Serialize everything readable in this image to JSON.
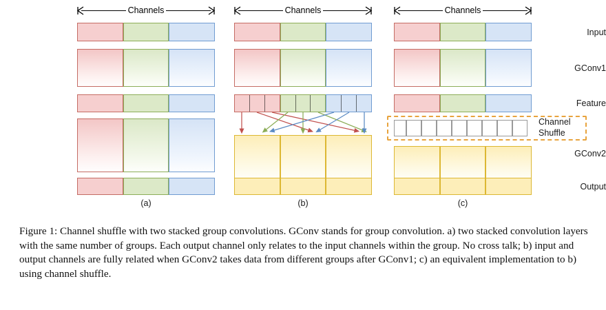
{
  "figure": {
    "row_labels": [
      "Input",
      "GConv1",
      "Feature",
      "GConv2",
      "Output"
    ],
    "channels_label": "Channels",
    "panels": [
      {
        "id": "a",
        "caption": "(a)"
      },
      {
        "id": "b",
        "caption": "(b)"
      },
      {
        "id": "c",
        "caption": "(c)"
      }
    ],
    "channel_shuffle_label": "Channel\nShuffle",
    "channel_shuffle_line1": "Channel",
    "channel_shuffle_line2": "Shuffle",
    "groups": 3,
    "channels_per_group": 3,
    "shuffle_order": [
      "red",
      "green",
      "blue",
      "red",
      "green",
      "blue",
      "red",
      "green",
      "blue"
    ],
    "colors": {
      "red_fill": "#f6cfcf",
      "red_stroke": "#c46b63",
      "green_fill": "#dce9c8",
      "green_stroke": "#8cad57",
      "blue_fill": "#d6e4f6",
      "blue_stroke": "#6f9bd1",
      "yellow_fill": "#fdeeb9",
      "yellow_stroke": "#dcb732",
      "shuffle_box_stroke": "#e8a33d"
    }
  },
  "caption": {
    "text": "Figure 1: Channel shuffle with two stacked group convolutions. GConv stands for group convolution. a) two stacked convolution layers with the same number of groups. Each output channel only relates to the input channels within the group. No cross talk; b) input and output channels are fully related when GConv2 takes data from different groups after GConv1; c) an equivalent implementation to b) using channel shuffle."
  }
}
